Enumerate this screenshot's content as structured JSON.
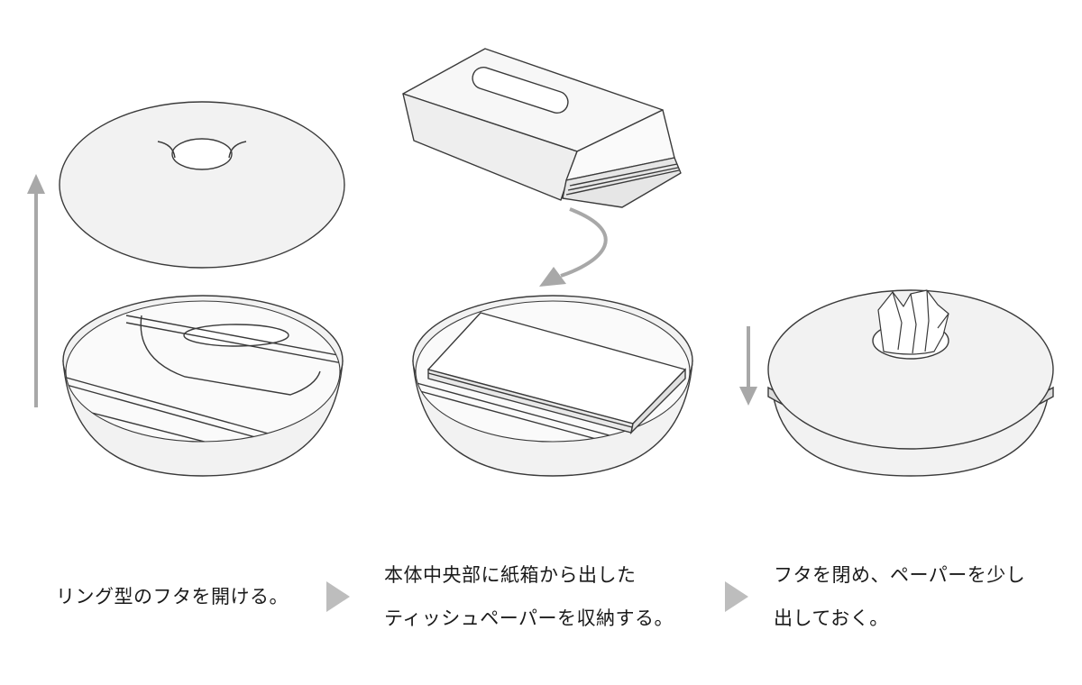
{
  "steps": [
    {
      "lines": [
        "リング型のフタを開ける。"
      ],
      "illustration": "lid-lifted-from-base"
    },
    {
      "lines": [
        "本体中央部に紙箱から出した",
        "ティッシュペーパーを収納する。"
      ],
      "illustration": "tissue-block-from-box-into-base"
    },
    {
      "lines": [
        "フタを閉め、ペーパーを少し",
        "出しておく。"
      ],
      "illustration": "closed-holder-with-tissue"
    }
  ],
  "colors": {
    "outline": "#3a3a3a",
    "fill": "#f2f2f2",
    "arrow": "#a8a8a8",
    "step_arrow": "#bdbdbd"
  },
  "icons": [
    "up-arrow-icon",
    "curved-down-arrow-icon",
    "down-arrow-icon",
    "step-arrow-icon"
  ]
}
